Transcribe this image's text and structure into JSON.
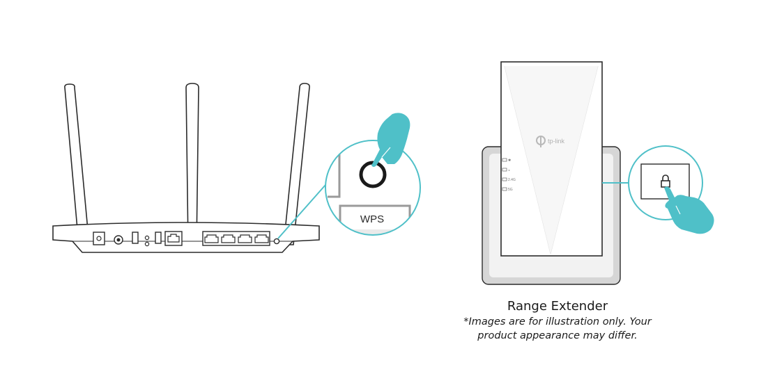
{
  "router": {
    "wps_label": "WPS"
  },
  "extender": {
    "brand_logo": "tp-link",
    "led_labels": [
      "",
      "",
      "2.4G",
      "5G"
    ]
  },
  "caption": {
    "title": "Range Extender",
    "note_line1": "*Images are for illustration only. Your",
    "note_line2": "product appearance may differ."
  },
  "colors": {
    "accent_teal": "#4fc0c8",
    "outline": "#2b2b2b"
  }
}
